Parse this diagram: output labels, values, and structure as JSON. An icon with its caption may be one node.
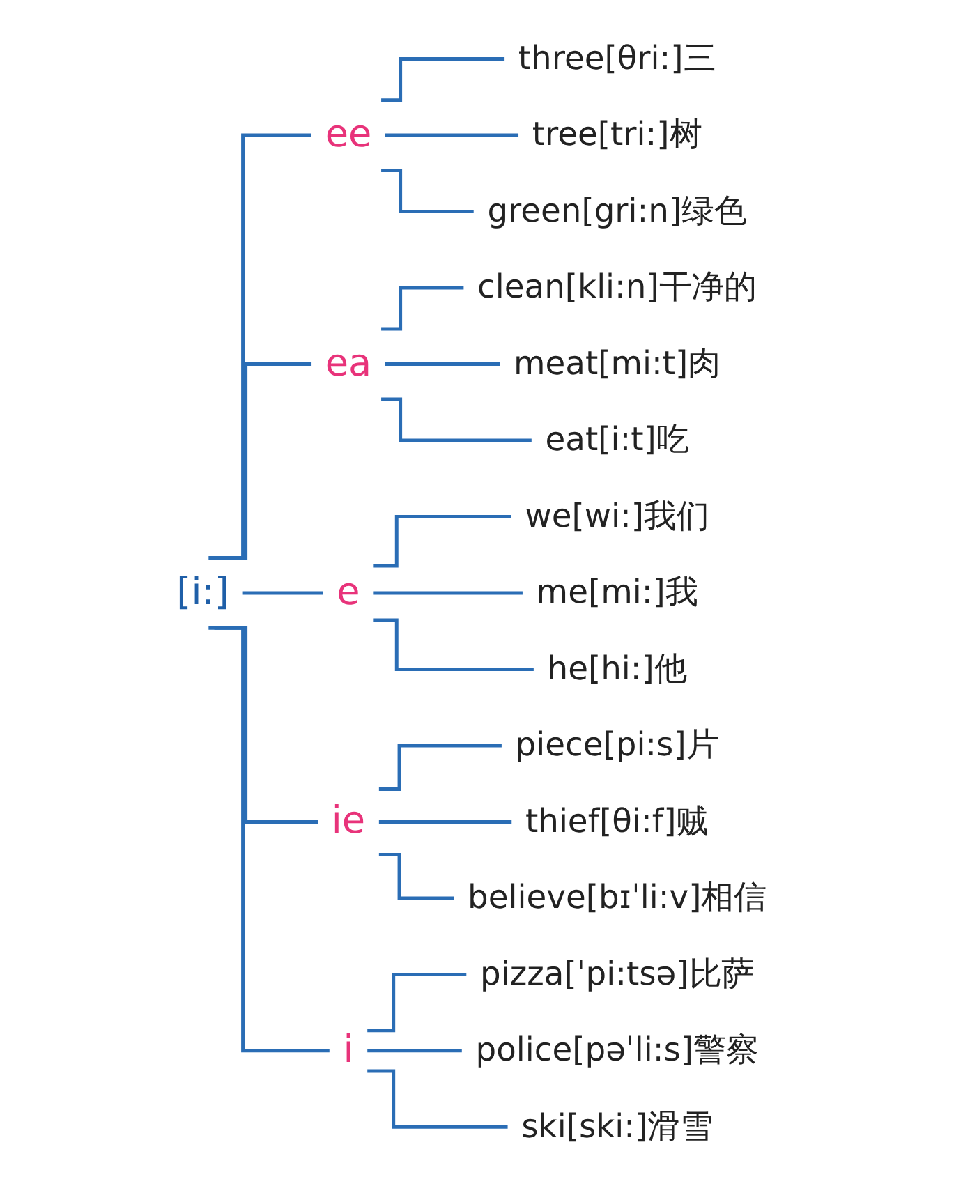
{
  "diagram": {
    "nodes": [
      {
        "text": [
          "[i:]"
        ]
      },
      {
        "text": [
          "ee"
        ]
      },
      {
        "text": [
          "three"
        ],
        "beside": [
          "[θri:]",
          "三"
        ]
      },
      {
        "text": [
          "tree"
        ],
        "beside": [
          "[tri:]",
          "树"
        ]
      },
      {
        "text": [
          "green"
        ],
        "beside": [
          "[gri:n]",
          "绿色"
        ]
      },
      {
        "text": [
          "ea"
        ]
      },
      {
        "text": [
          "clean"
        ],
        "beside": [
          "[kli:n]",
          "干净的"
        ]
      },
      {
        "text": [
          "meat"
        ],
        "beside": [
          "[mi:t]",
          "肉"
        ]
      },
      {
        "text": [
          "eat"
        ],
        "beside": [
          "[i:t]",
          "吃"
        ]
      },
      {
        "text": [
          "e"
        ]
      },
      {
        "text": [
          "we"
        ],
        "beside": [
          "[wi:]",
          "我们"
        ]
      },
      {
        "text": [
          "me"
        ],
        "beside": [
          "[mi:]",
          "我"
        ]
      },
      {
        "text": [
          "he"
        ],
        "beside": [
          "[hi:]",
          "他"
        ]
      },
      {
        "text": [
          "ie"
        ]
      },
      {
        "text": [
          "piece"
        ],
        "beside": [
          "[pi:s]",
          "片"
        ]
      },
      {
        "text": [
          "thief"
        ],
        "beside": [
          "[θi:f]",
          "贼"
        ]
      },
      {
        "text": [
          "believe"
        ],
        "beside": [
          "[bɪˈli:v]",
          "相信"
        ]
      },
      {
        "text": [
          "i"
        ]
      },
      {
        "text": [
          "pizza"
        ],
        "beside": [
          "[ˈpi:tsə]",
          "比萨"
        ]
      },
      {
        "text": [
          "police"
        ],
        "beside": [
          "[pəˈli:s]",
          "警察"
        ]
      },
      {
        "text": [
          "ski"
        ],
        "beside": [
          "[ski:]",
          "滑雪"
        ]
      }
    ],
    "edges": [
      {
        "from": 0,
        "to": 1,
        "arrow": "none"
      },
      {
        "from": 1,
        "to": 2,
        "arrow": "none"
      },
      {
        "from": 1,
        "to": 3,
        "arrow": "none"
      },
      {
        "from": 1,
        "to": 4,
        "arrow": "none"
      },
      {
        "from": 0,
        "to": 5,
        "arrow": "none"
      },
      {
        "from": 5,
        "to": 6,
        "arrow": "none"
      },
      {
        "from": 5,
        "to": 7,
        "arrow": "none"
      },
      {
        "from": 5,
        "to": 8,
        "arrow": "none"
      },
      {
        "from": 0,
        "to": 9,
        "arrow": "none"
      },
      {
        "from": 9,
        "to": 10,
        "arrow": "none"
      },
      {
        "from": 9,
        "to": 11,
        "arrow": "none"
      },
      {
        "from": 9,
        "to": 12,
        "arrow": "none"
      },
      {
        "from": 0,
        "to": 13,
        "arrow": "none"
      },
      {
        "from": 13,
        "to": 14,
        "arrow": "none"
      },
      {
        "from": 13,
        "to": 15,
        "arrow": "none"
      },
      {
        "from": 13,
        "to": 16,
        "arrow": "none"
      },
      {
        "from": 0,
        "to": 17,
        "arrow": "none"
      },
      {
        "from": 17,
        "to": 18,
        "arrow": "none"
      },
      {
        "from": 17,
        "to": 19,
        "arrow": "none"
      },
      {
        "from": 17,
        "to": 20,
        "arrow": "none"
      }
    ]
  }
}
